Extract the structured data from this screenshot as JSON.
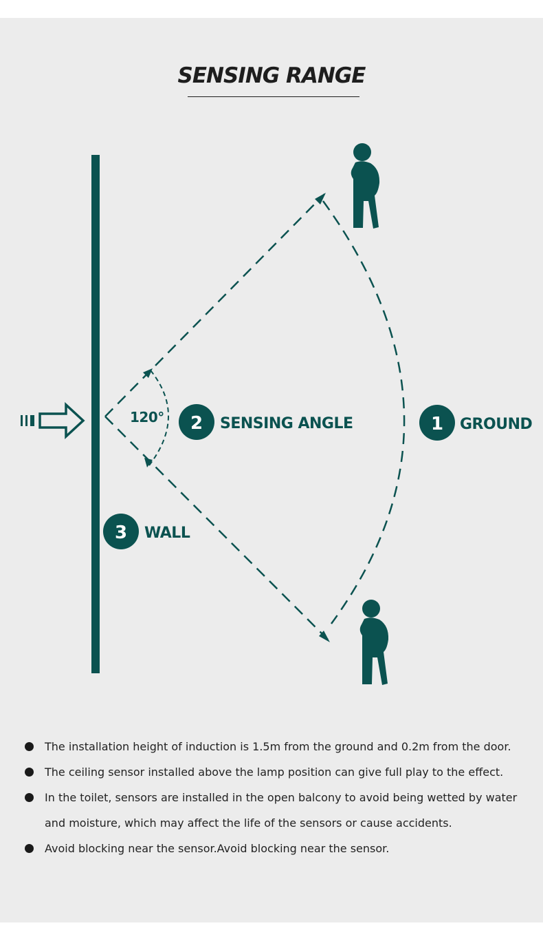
{
  "title": "SENSING RANGE",
  "diagram": {
    "angle_label": "120°",
    "labels": [
      {
        "number": "1",
        "text": "GROUND"
      },
      {
        "number": "2",
        "text": "SENSING ANGLE"
      },
      {
        "number": "3",
        "text": "WALL"
      }
    ],
    "colors": {
      "accent": "#0b5250",
      "background": "#ececec",
      "text": "#222222"
    },
    "icons": [
      "person-icon",
      "direction-arrow-icon"
    ]
  },
  "notes": [
    "The installation height of induction is 1.5m from the ground and 0.2m from the door.",
    "The ceiling sensor installed above the lamp position can give full play to the effect.",
    "In the toilet, sensors are installed in the open balcony to avoid being wetted by water and moisture, which may affect the life of the sensors or cause accidents.",
    "Avoid blocking near the sensor.Avoid blocking near the sensor."
  ]
}
